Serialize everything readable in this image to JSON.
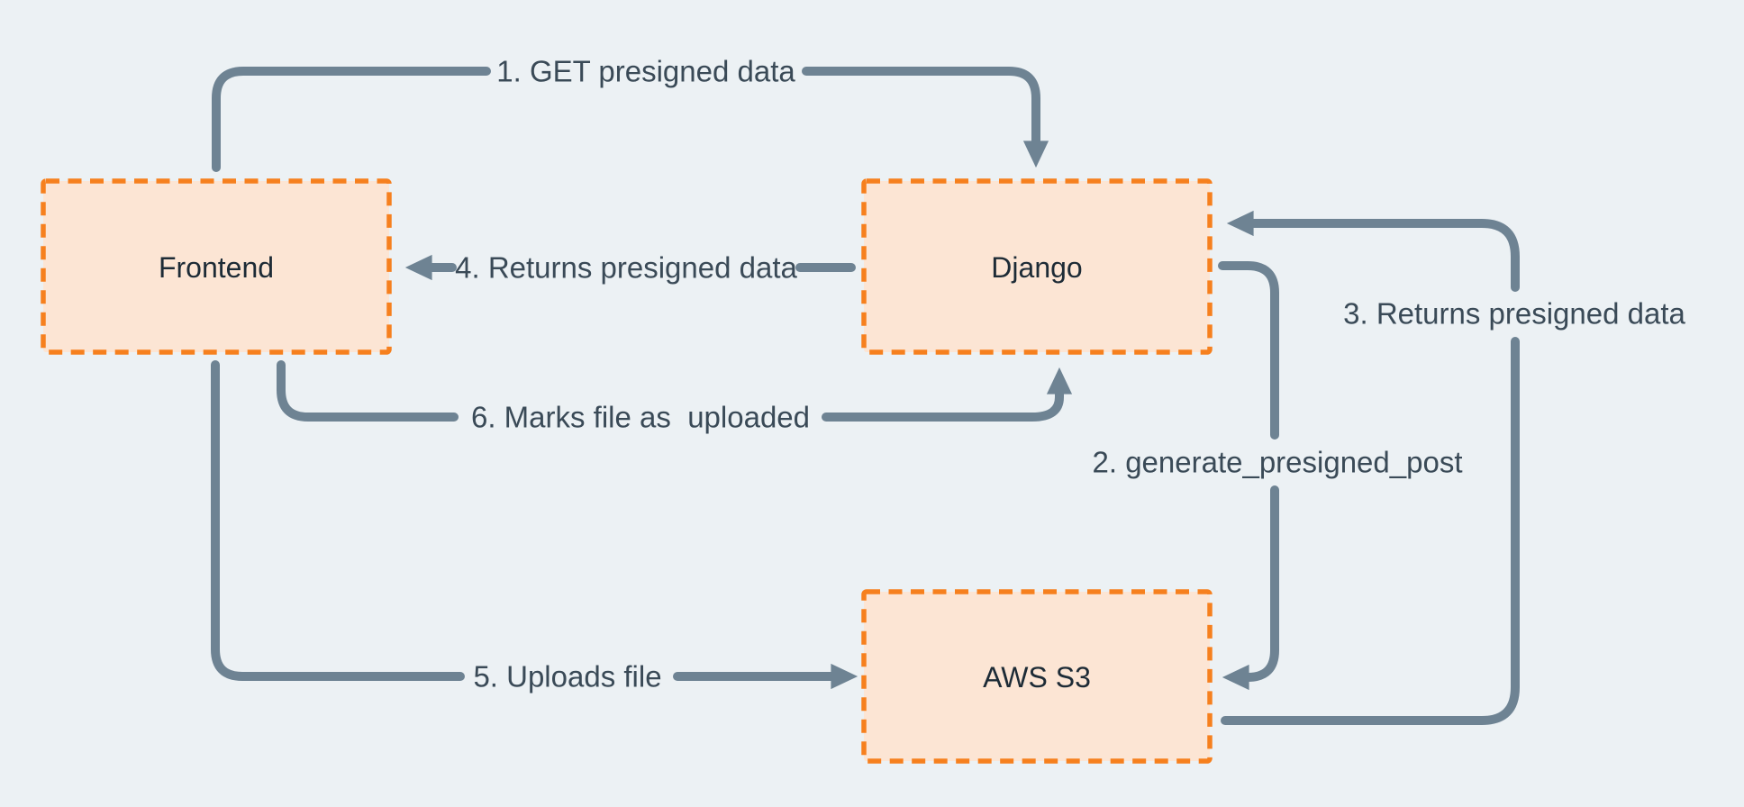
{
  "theme": {
    "background": "#ecf1f4",
    "box_fill": "#fce5d4",
    "box_border": "#f6801e",
    "arrow": "#6e8393",
    "edge_label_color": "#3a4a57",
    "node_label_color": "#1d2b36"
  },
  "nodes": [
    {
      "id": "frontend",
      "label": "Frontend"
    },
    {
      "id": "django",
      "label": "Django"
    },
    {
      "id": "aws-s3",
      "label": "AWS S3"
    }
  ],
  "edges": [
    {
      "order": "1",
      "label": "1. GET presigned data",
      "from": "frontend",
      "to": "django"
    },
    {
      "order": "2",
      "label": "2. generate_presigned_post",
      "from": "django",
      "to": "aws-s3"
    },
    {
      "order": "3",
      "label": "3. Returns presigned data",
      "from": "aws-s3",
      "to": "django"
    },
    {
      "order": "4",
      "label": "4. Returns presigned data",
      "from": "django",
      "to": "frontend"
    },
    {
      "order": "5",
      "label": "5. Uploads file",
      "from": "frontend",
      "to": "aws-s3"
    },
    {
      "order": "6",
      "label": "6. Marks file as  uploaded",
      "from": "frontend",
      "to": "django"
    }
  ]
}
